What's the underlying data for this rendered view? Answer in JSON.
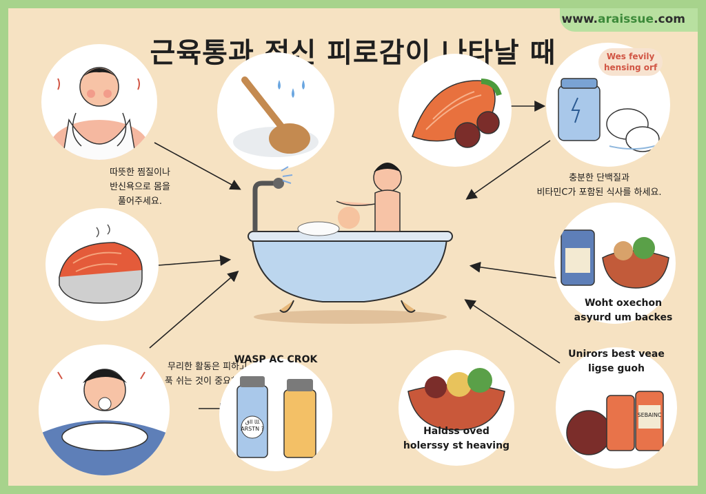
{
  "site": {
    "prefix": "www.",
    "brand": "araissue",
    "suffix": ".com"
  },
  "title": "근육통과 전신 피로감이 나타날 때",
  "captions": {
    "warm_bath": "따뜻한 찜질이나\n반신욕으로 몸을\n풀어주세요.",
    "protein_meal": "충분한 단백질과\n비타민C가 포함된 식사를 하세요.",
    "rest": "무리한 활동은 피하고\n푹 쉬는 것이 중요해요.",
    "supplements": "Woht oxechon\nasyurd um backes",
    "heading_vials": "WASP AC CROK",
    "bowl": "Haldss oved\nholerssy st heaving",
    "jars": "Unirors best veae\nligse guoh"
  },
  "bubble_text": "Wes fevily\nhensing orf",
  "labels": {
    "vial": "ﺎﺎﺎ ﺍﺍﻕ\nARSTN ?",
    "jar": "SEBAINC"
  },
  "colors": {
    "frame": "#a7d38c",
    "poster": "#f6e2c2",
    "accent_red": "#d15544",
    "tub": "#bcd6ee",
    "brand_green": "#3d8a3a"
  }
}
